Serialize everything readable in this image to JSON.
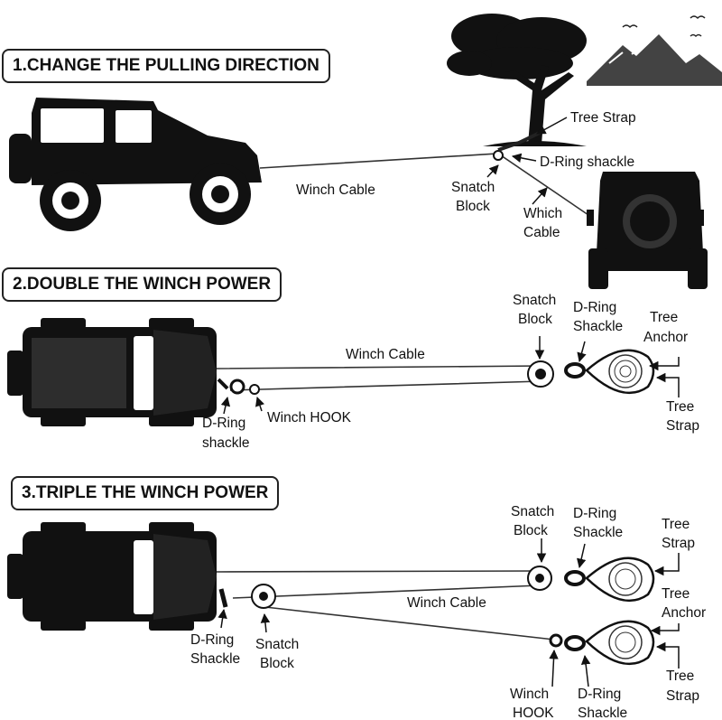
{
  "sections": [
    {
      "title": "1.CHANGE THE PULLING DIRECTION",
      "labels": {
        "tree_strap": "Tree Strap",
        "d_ring_shackle": "D-Ring shackle",
        "snatch": "Snatch",
        "block": "Block",
        "winch_cable": "Winch Cable",
        "which": "Which",
        "cable": "Cable"
      }
    },
    {
      "title": "2.DOUBLE THE WINCH POWER",
      "labels": {
        "snatch": "Snatch",
        "block": "Block",
        "d_ring": "D-Ring",
        "shackle": "Shackle",
        "tree": "Tree",
        "anchor": "Anchor",
        "winch_cable": "Winch Cable",
        "tree2": "Tree",
        "strap": "Strap",
        "d_ring_lower": "D-Ring",
        "shackle_lower": "shackle",
        "winch_hook": "Winch HOOK"
      }
    },
    {
      "title": "3.TRIPLE THE WINCH POWER",
      "labels": {
        "snatch": "Snatch",
        "block": "Block",
        "d_ring": "D-Ring",
        "shackle": "Shackle",
        "tree": "Tree",
        "strap": "Strap",
        "winch_cable": "Winch Cable",
        "tree_a": "Tree",
        "anchor": "Anchor",
        "d_ring_left": "D-Ring",
        "shackle_left": "Shackle",
        "snatch_left": "Snatch",
        "block_left": "Block",
        "winch": "Winch",
        "hook": "HOOK",
        "d_ring_bottom": "D-Ring",
        "shackle_bottom": "Shackle",
        "tree_b": "Tree",
        "strap_b": "Strap"
      }
    }
  ]
}
